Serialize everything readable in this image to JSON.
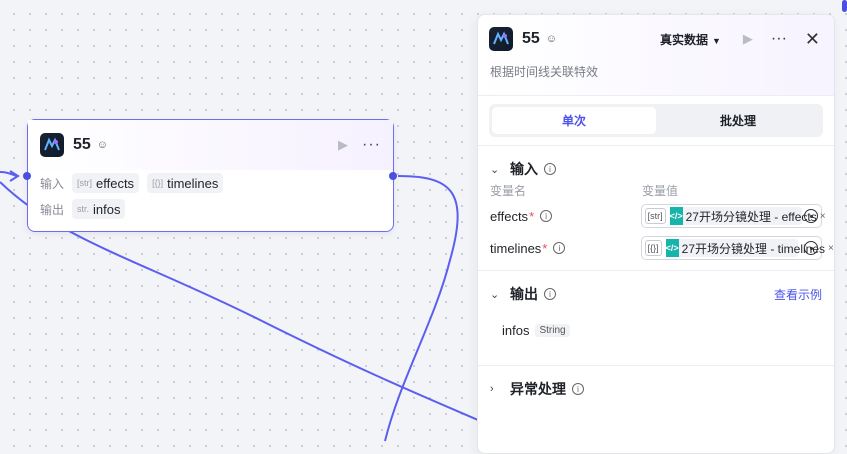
{
  "colors": {
    "accent": "#4d53e8",
    "wire": "#5b5ef0",
    "teal": "#19b4a9"
  },
  "node": {
    "title": "55",
    "title_icon": "bot-icon",
    "input_label": "输入",
    "output_label": "输出",
    "inputs": [
      {
        "type": "[str]",
        "name": "effects"
      },
      {
        "type": "[{}]",
        "name": "timelines"
      }
    ],
    "outputs": [
      {
        "type": "str.",
        "name": "infos"
      }
    ]
  },
  "panel": {
    "title": "55",
    "description": "根据时间线关联特效",
    "mode": "真实数据",
    "tabs": [
      "单次",
      "批处理"
    ],
    "input_section": {
      "title": "输入",
      "col_name": "变量名",
      "col_value": "变量值",
      "rows": [
        {
          "name": "effects",
          "type": "[str]",
          "ref": "27开场分镜处理 - effects"
        },
        {
          "name": "timelines",
          "type": "[{}]",
          "ref": "27开场分镜处理 - timelines"
        }
      ]
    },
    "output_section": {
      "title": "输出",
      "link": "查看示例",
      "rows": [
        {
          "name": "infos",
          "type": "String"
        }
      ]
    },
    "error_section": {
      "title": "异常处理"
    }
  }
}
